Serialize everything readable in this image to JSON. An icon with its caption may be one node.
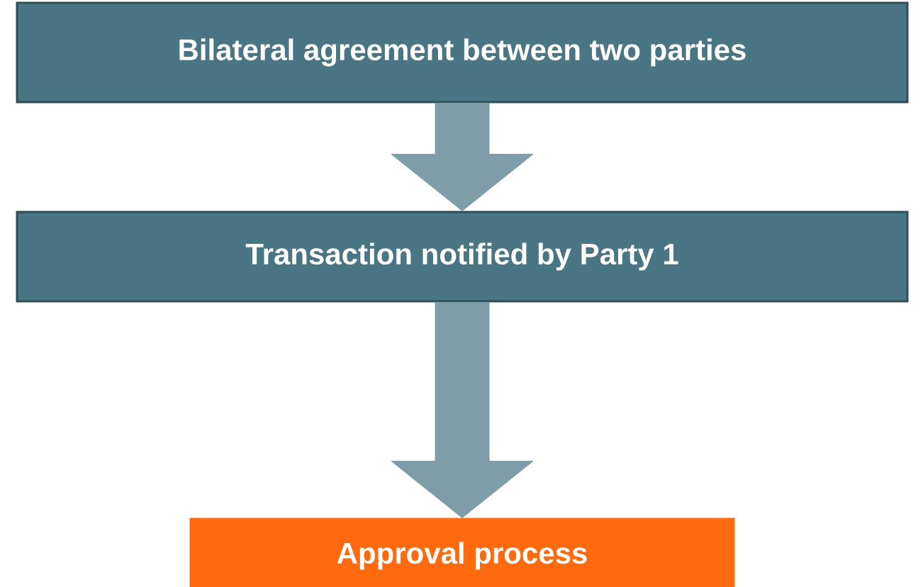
{
  "diagram": {
    "nodes": [
      {
        "text": [
          "Bilateral agreement between two parties"
        ]
      },
      {
        "text": [
          "Transaction notified by Party 1"
        ]
      },
      {
        "text": [
          "Approval process"
        ]
      }
    ],
    "edges": [
      {
        "from": 0,
        "to": 1,
        "arrow": "to"
      },
      {
        "from": 1,
        "to": 2,
        "arrow": "to"
      }
    ]
  }
}
